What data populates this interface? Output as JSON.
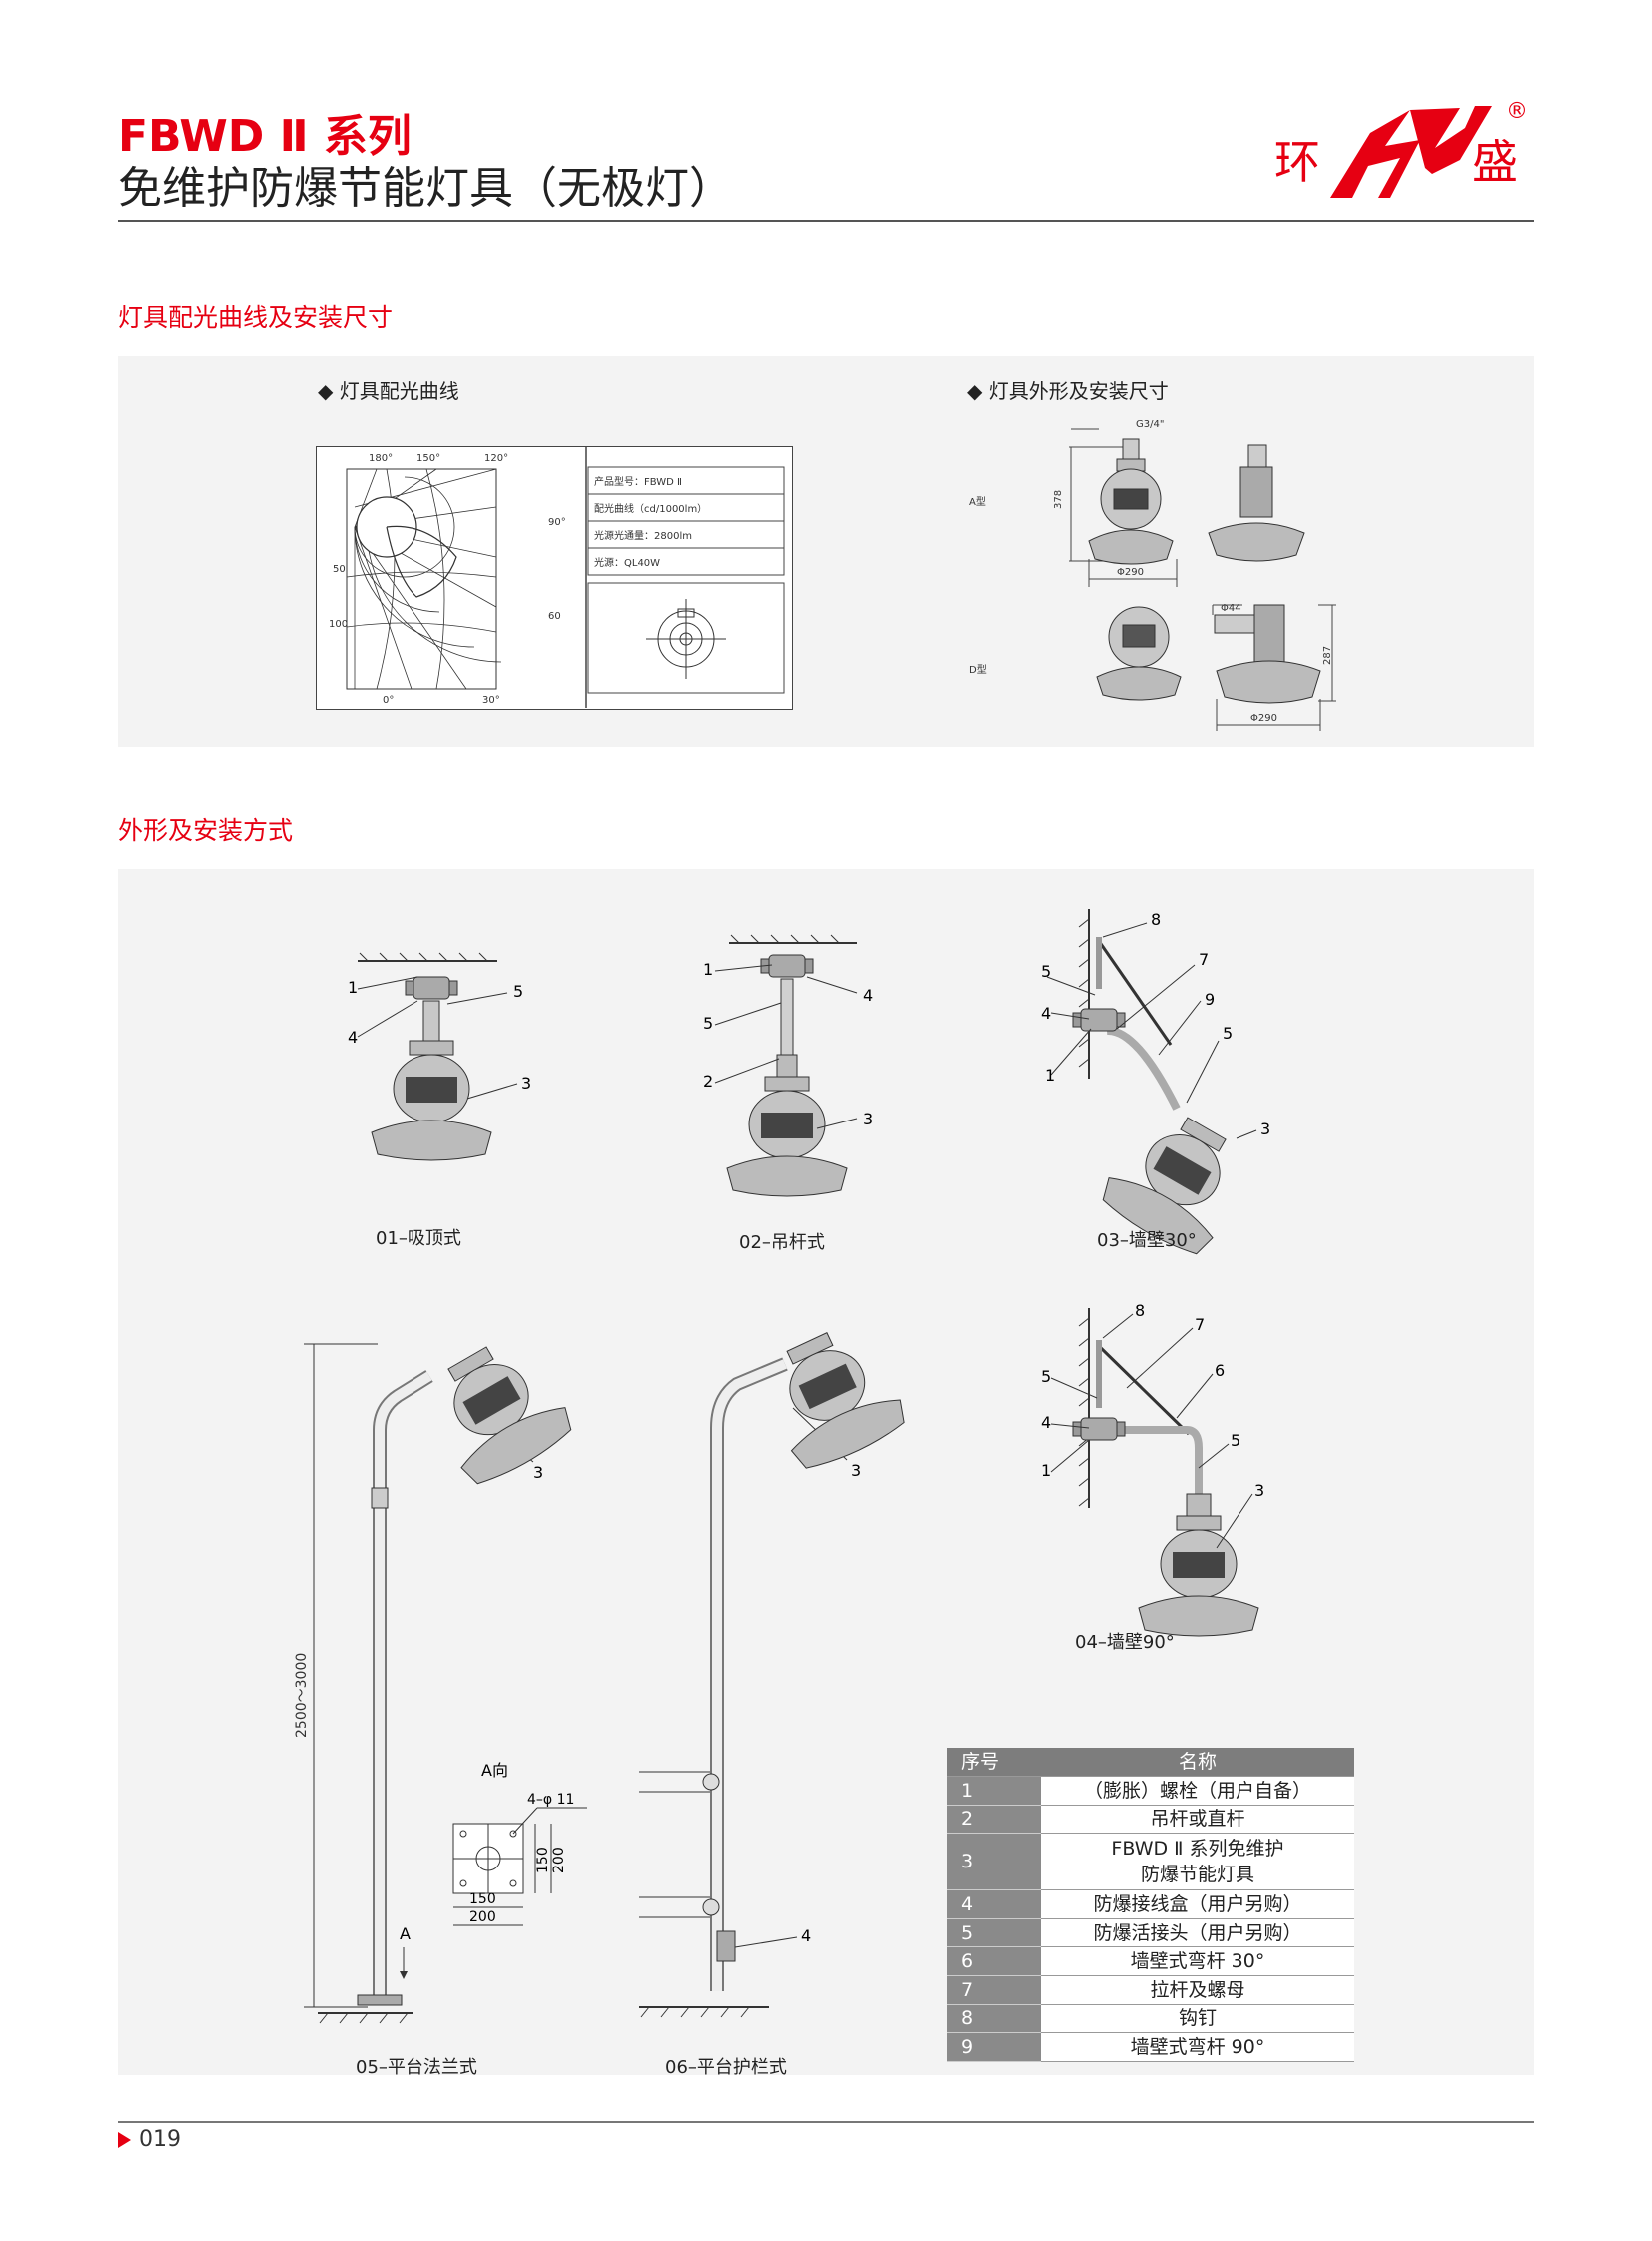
{
  "header": {
    "series": "FBWD Ⅱ 系列",
    "subtitle": "免维护防爆节能灯具（无极灯）",
    "brand_left": "环",
    "brand_right": "盛",
    "registered": "®",
    "brand_color": "#e60012"
  },
  "section1": {
    "title": "灯具配光曲线及安装尺寸",
    "left_heading": "◆ 灯具配光曲线",
    "right_heading": "◆ 灯具外形及安装尺寸",
    "polar": {
      "top_labels": [
        "180°",
        "150°",
        "120°"
      ],
      "right_labels": [
        "90°",
        "60"
      ],
      "left_labels": [
        "50",
        "100"
      ],
      "bottom_labels": [
        "0°",
        "30°"
      ]
    },
    "specs": [
      "产品型号：FBWD Ⅱ",
      "配光曲线（cd/1000lm）",
      "光源光通量：2800lm",
      "光源：QL40W"
    ],
    "dims": {
      "thread": "G3/4\"",
      "height_a": "378",
      "dia_a": "Φ290",
      "type_a": "A型",
      "type_d": "D型",
      "dia_d_pipe": "Φ44",
      "height_d": "287",
      "dia_d": "Φ290"
    }
  },
  "section2": {
    "title": "外形及安装方式",
    "captions": [
      "01–吸顶式",
      "02–吊杆式",
      "03–墙壁30°",
      "04–墙壁90°",
      "05–平台法兰式",
      "06–平台护栏式"
    ],
    "pole_height": "2500～3000",
    "direction_a": "A向",
    "arrow_a": "A",
    "holes": "4–φ 11",
    "flange_dims": [
      "150",
      "200",
      "150",
      "200"
    ],
    "callouts": {
      "m01": [
        "1",
        "4",
        "5",
        "3"
      ],
      "m02": [
        "1",
        "5",
        "2",
        "4",
        "3"
      ],
      "m03": [
        "8",
        "7",
        "5",
        "9",
        "4",
        "5",
        "1",
        "3"
      ],
      "m04": [
        "8",
        "7",
        "5",
        "6",
        "4",
        "5",
        "1",
        "3"
      ],
      "m05": [
        "3"
      ],
      "m06": [
        "3",
        "4"
      ]
    },
    "table": {
      "headers": [
        "序号",
        "名称"
      ],
      "rows": [
        {
          "no": "1",
          "name": "（膨胀）螺栓（用户自备）"
        },
        {
          "no": "2",
          "name": "吊杆或直杆"
        },
        {
          "no": "3",
          "name": "FBWD Ⅱ 系列免维护",
          "name2": "防爆节能灯具"
        },
        {
          "no": "4",
          "name": "防爆接线盒（用户另购）"
        },
        {
          "no": "5",
          "name": "防爆活接头（用户另购）"
        },
        {
          "no": "6",
          "name": "墙壁式弯杆 30°"
        },
        {
          "no": "7",
          "name": "拉杆及螺母"
        },
        {
          "no": "8",
          "name": "钩钉"
        },
        {
          "no": "9",
          "name": "墙壁式弯杆 90°"
        }
      ]
    }
  },
  "footer": {
    "page": "019"
  }
}
